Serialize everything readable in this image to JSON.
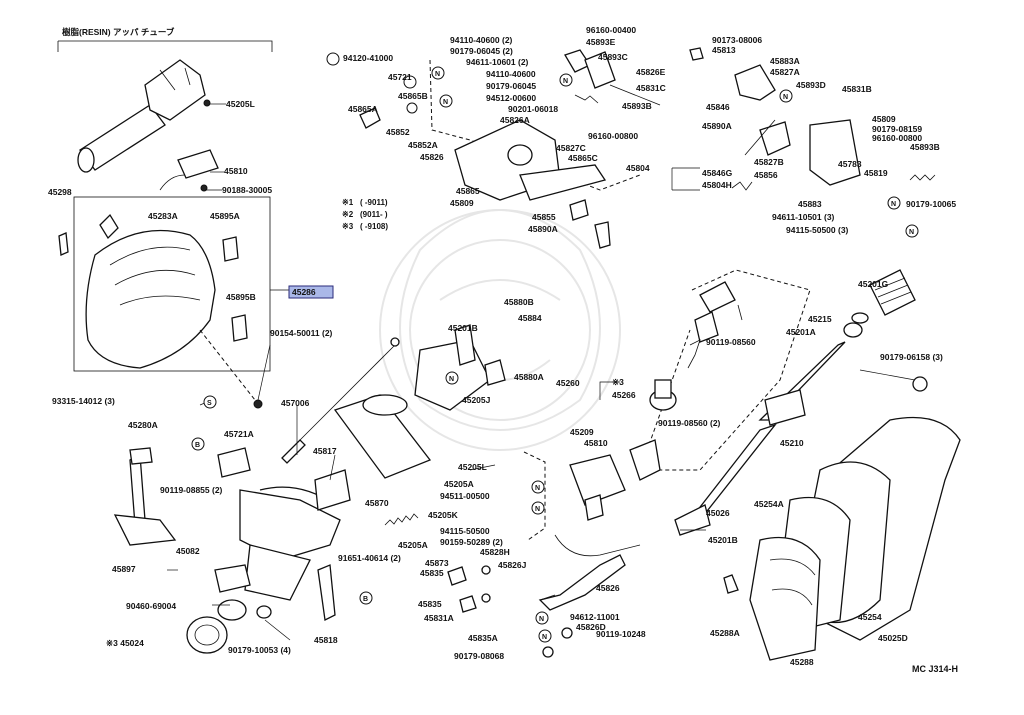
{
  "diagram": {
    "header_caption": "樹脂(RESIN) アッパ チューブ",
    "highlighted_part": "45286",
    "drawing_code": "MC J314-H",
    "highlight_color": "#aab8e8",
    "line_color": "#111111",
    "legend": [
      {
        "mark": "※1",
        "text": "(      -9011)"
      },
      {
        "mark": "※2",
        "text": "(9011-      )"
      },
      {
        "mark": "※3",
        "text": "(      -9108)"
      }
    ],
    "labels": [
      "45205L",
      "45810",
      "90188-30005",
      "45298",
      "45283A",
      "45895A",
      "45286",
      "45895B",
      "90154-50011 (2)",
      "93315-14012 (3)",
      "45280A",
      "45721A",
      "90119-08855 (2)",
      "45897",
      "90460-69004",
      "※3 45024",
      "90179-10053 (4)",
      "45818",
      "45082",
      "457006",
      "45817",
      "45870",
      "45205A",
      "94511-00500",
      "45205K",
      "45205A",
      "91651-40614 (2)",
      "94115-50500",
      "90159-50289 (2)",
      "45880B",
      "45884",
      "45880A",
      "45201B",
      "45205J",
      "45205L",
      "94120-41000",
      "45721",
      "45865B",
      "45865A",
      "45852",
      "45852A",
      "45826",
      "45826A",
      "45827C",
      "45865C",
      "45865",
      "45809",
      "45855",
      "45890A",
      "96160-00800",
      "94110-40600 (2)",
      "90179-06045 (2)",
      "94611-10601 (2)",
      "94110-40600",
      "90179-06045",
      "94512-00600",
      "90201-06018",
      "96160-00400",
      "45893E",
      "45893C",
      "45826E",
      "45831C",
      "45893B",
      "90173-08006",
      "45813",
      "45883A",
      "45827A",
      "45893D",
      "45831B",
      "45846",
      "45890A",
      "45804",
      "45846G",
      "45804H",
      "45827B",
      "45856",
      "45809",
      "90179-08159",
      "96160-00800",
      "45893B",
      "45783",
      "45819",
      "45883",
      "90179-10065",
      "94611-10501 (3)",
      "94115-50500 (3)",
      "45260",
      "※3",
      "45266",
      "90119-08560",
      "90119-08560 (2)",
      "45209",
      "45810",
      "45826J",
      "45828H",
      "45873",
      "45835",
      "45835",
      "45831A",
      "45835A",
      "90179-08068",
      "45826",
      "45826D",
      "94612-11001",
      "90119-10248",
      "45201G",
      "45215",
      "45201A",
      "90179-06158 (3)",
      "45210",
      "45254A",
      "45026",
      "45201B",
      "45254",
      "45288A",
      "45025D",
      "45288"
    ],
    "circle_marks": [
      "N",
      "N",
      "N",
      "N",
      "N",
      "N",
      "N",
      "S",
      "B",
      "B",
      "N",
      "N",
      "N",
      "N"
    ]
  }
}
